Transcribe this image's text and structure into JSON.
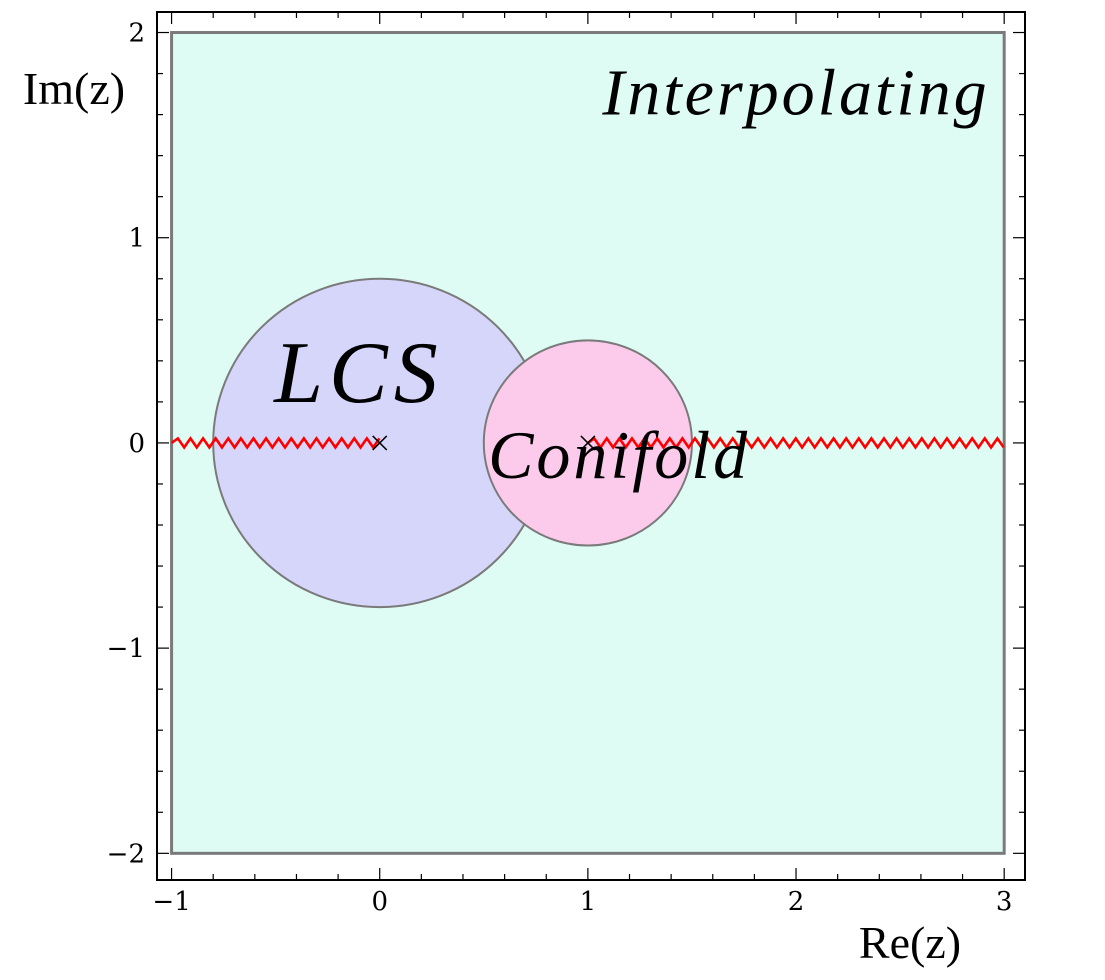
{
  "chart_data": {
    "type": "diagram",
    "xlabel": "Re(z)",
    "ylabel": "Im(z)",
    "xlim": [
      -1.07,
      3.1
    ],
    "ylim": [
      -2.13,
      2.1
    ],
    "xticks": [
      -1,
      0,
      1,
      2,
      3
    ],
    "yticks": [
      -2,
      -1,
      0,
      1,
      2
    ],
    "xtick_labels": [
      "−1",
      "0",
      "1",
      "2",
      "3"
    ],
    "ytick_labels": [
      "−2",
      "−1",
      "0",
      "1",
      "2"
    ],
    "regions": [
      {
        "name": "Interpolating",
        "shape": "rectangle",
        "x_range": [
          -1,
          3
        ],
        "y_range": [
          -2,
          2
        ],
        "fill": "#dffcf4",
        "label": "Interpolating",
        "label_pos": [
          2.0,
          1.6
        ]
      },
      {
        "name": "LCS",
        "shape": "circle",
        "center": [
          0,
          0
        ],
        "radius": 0.8,
        "fill": "#d6d6fa",
        "label": "LCS",
        "label_pos": [
          -0.1,
          0.2
        ]
      },
      {
        "name": "Conifold",
        "shape": "circle",
        "center": [
          1,
          0
        ],
        "radius": 0.5,
        "fill": "#fccbec",
        "label": "Conifold",
        "label_pos": [
          1.15,
          -0.17
        ]
      }
    ],
    "singular_points": [
      [
        0,
        0
      ],
      [
        1,
        0
      ]
    ],
    "branch_cuts": [
      {
        "from": [
          -1,
          0
        ],
        "to": [
          0,
          0
        ],
        "color": "#ff0000"
      },
      {
        "from": [
          1,
          0
        ],
        "to": [
          3,
          0
        ],
        "color": "#ff0000"
      }
    ],
    "grid": false,
    "colors": {
      "frame": "#000000",
      "region_border": "#7a7a7a",
      "branch_cut": "#ff0000"
    }
  }
}
